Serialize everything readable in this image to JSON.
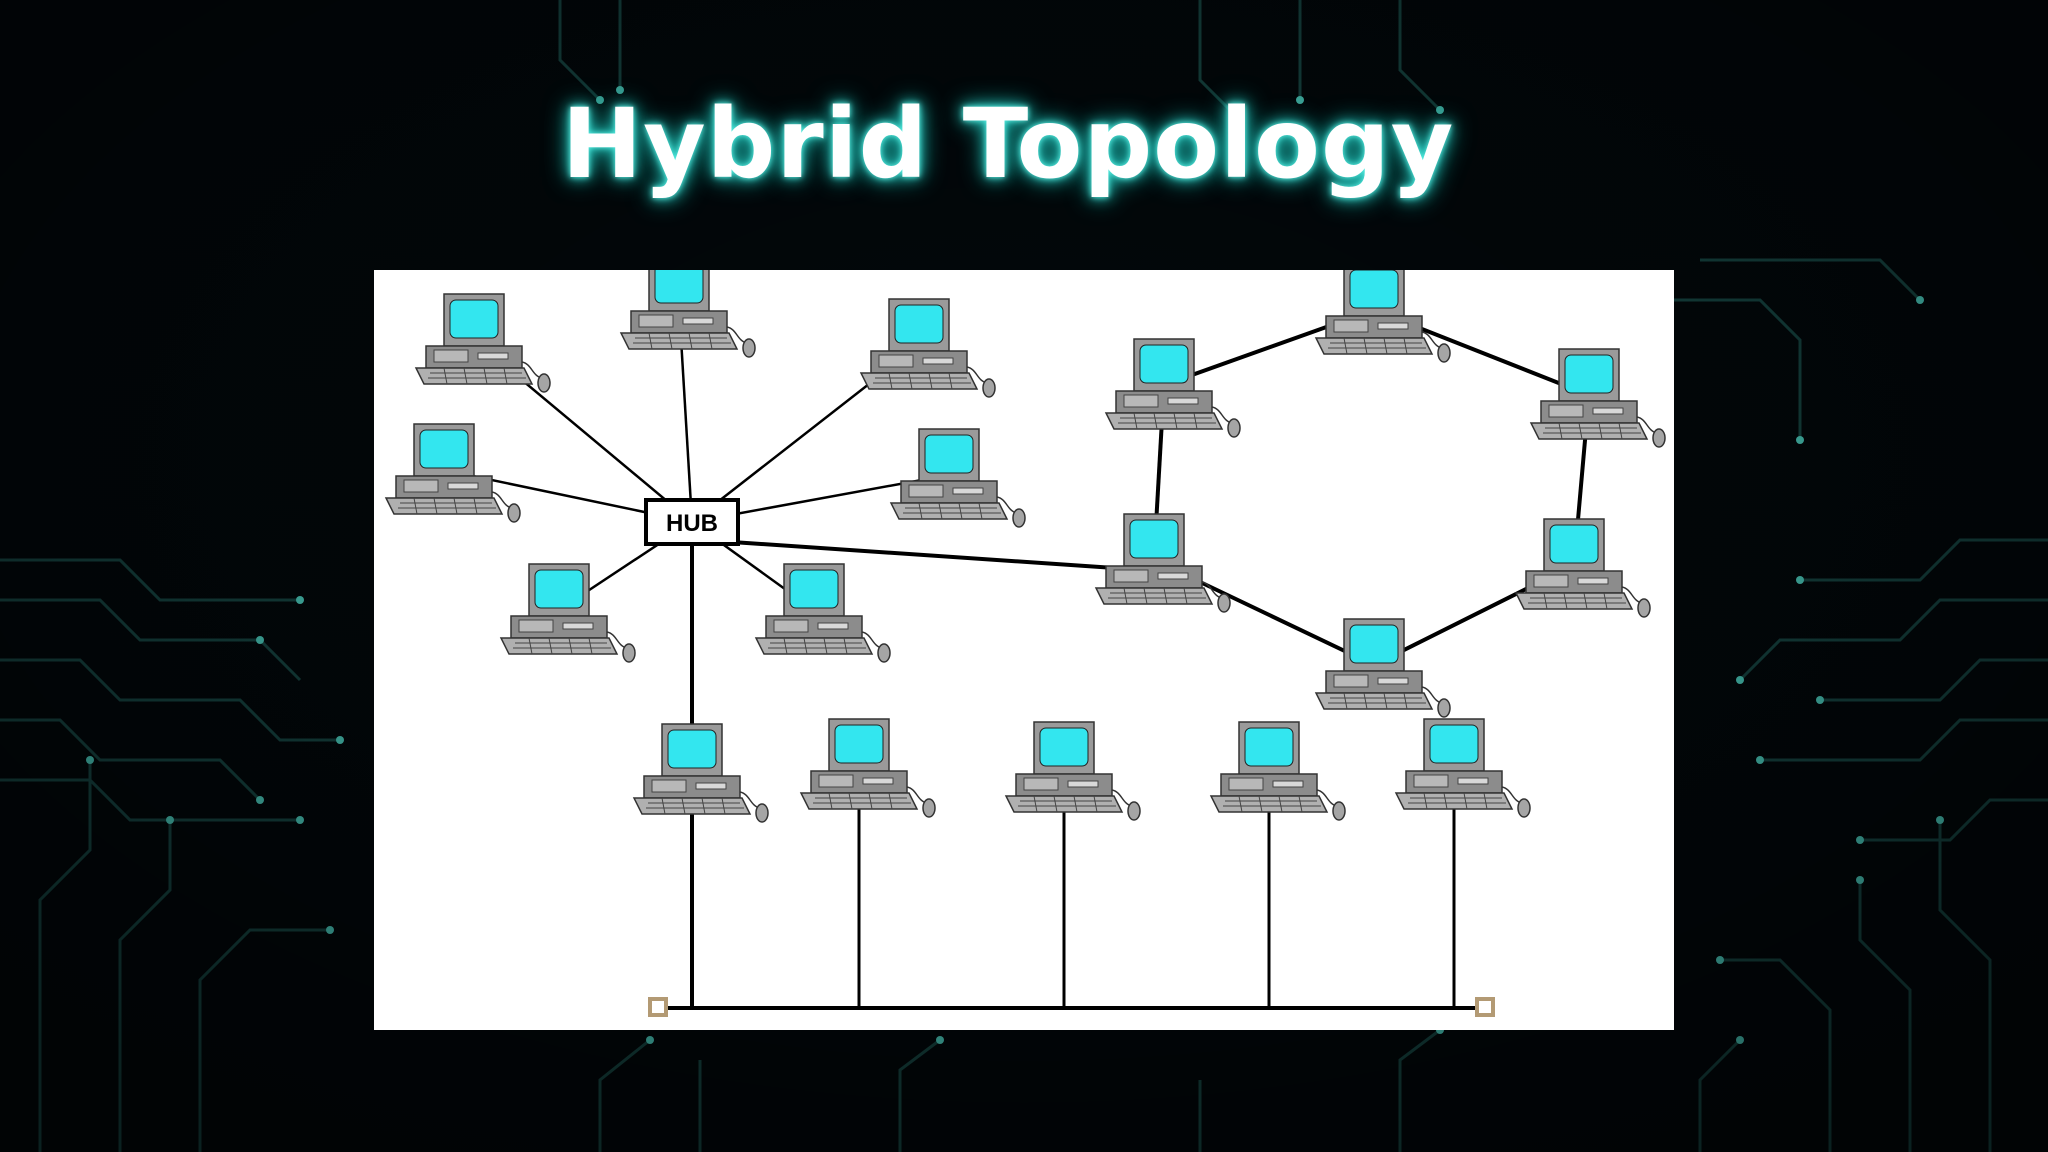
{
  "slide": {
    "title": "Hybrid Topology"
  },
  "diagram": {
    "hub_label": "HUB",
    "colors": {
      "screen": "#33e6ef",
      "body": "#9a9a9a",
      "body_dark": "#6f6f6f",
      "cable": "#000000",
      "terminator": "#b39a74",
      "background": "#02080b",
      "circuit": "#1f5f5a",
      "title_glow": "#2fd6cc"
    },
    "segments": [
      {
        "name": "star",
        "node_count": 8
      },
      {
        "name": "ring",
        "node_count": 6
      },
      {
        "name": "bus",
        "node_count": 5
      }
    ]
  }
}
